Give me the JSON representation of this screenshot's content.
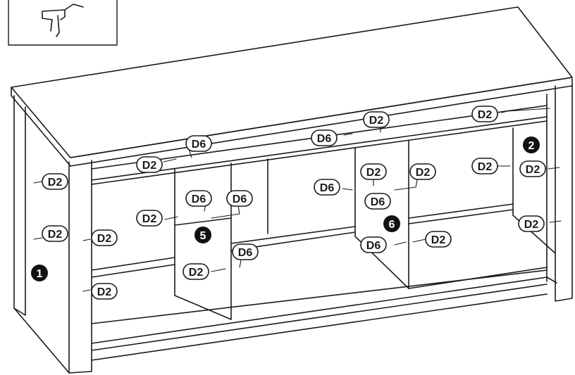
{
  "labels": [
    {
      "id": "d2-left-1",
      "text": "D2"
    },
    {
      "id": "d2-left-2",
      "text": "D2"
    },
    {
      "id": "d2-left-3",
      "text": "D2"
    },
    {
      "id": "d2-left-4",
      "text": "D2"
    },
    {
      "id": "d2-top-left",
      "text": "D2"
    },
    {
      "id": "d6-top-left",
      "text": "D6"
    },
    {
      "id": "d6-top-mid",
      "text": "D6"
    },
    {
      "id": "d2-top-mid",
      "text": "D2"
    },
    {
      "id": "d2-top-right",
      "text": "D2"
    },
    {
      "id": "d2-shelf5-a",
      "text": "D2"
    },
    {
      "id": "d6-shelf5-a",
      "text": "D6"
    },
    {
      "id": "d6-shelf5-b",
      "text": "D6"
    },
    {
      "id": "d6-shelf5-c",
      "text": "D6"
    },
    {
      "id": "d2-shelf5-b",
      "text": "D2"
    },
    {
      "id": "d6-mid-a",
      "text": "D6"
    },
    {
      "id": "d2-mid-a",
      "text": "D2"
    },
    {
      "id": "d2-mid-b",
      "text": "D2"
    },
    {
      "id": "d6-mid-b",
      "text": "D6"
    },
    {
      "id": "d6-mid-c",
      "text": "D6"
    },
    {
      "id": "d2-mid-c",
      "text": "D2"
    },
    {
      "id": "d2-right-a",
      "text": "D2"
    },
    {
      "id": "d2-right-b",
      "text": "D2"
    },
    {
      "id": "d2-right-c",
      "text": "D2"
    }
  ],
  "step_numbers": [
    {
      "id": "step-1",
      "text": "1"
    },
    {
      "id": "step-2",
      "text": "2"
    },
    {
      "id": "step-5",
      "text": "5"
    },
    {
      "id": "step-6",
      "text": "6"
    }
  ]
}
